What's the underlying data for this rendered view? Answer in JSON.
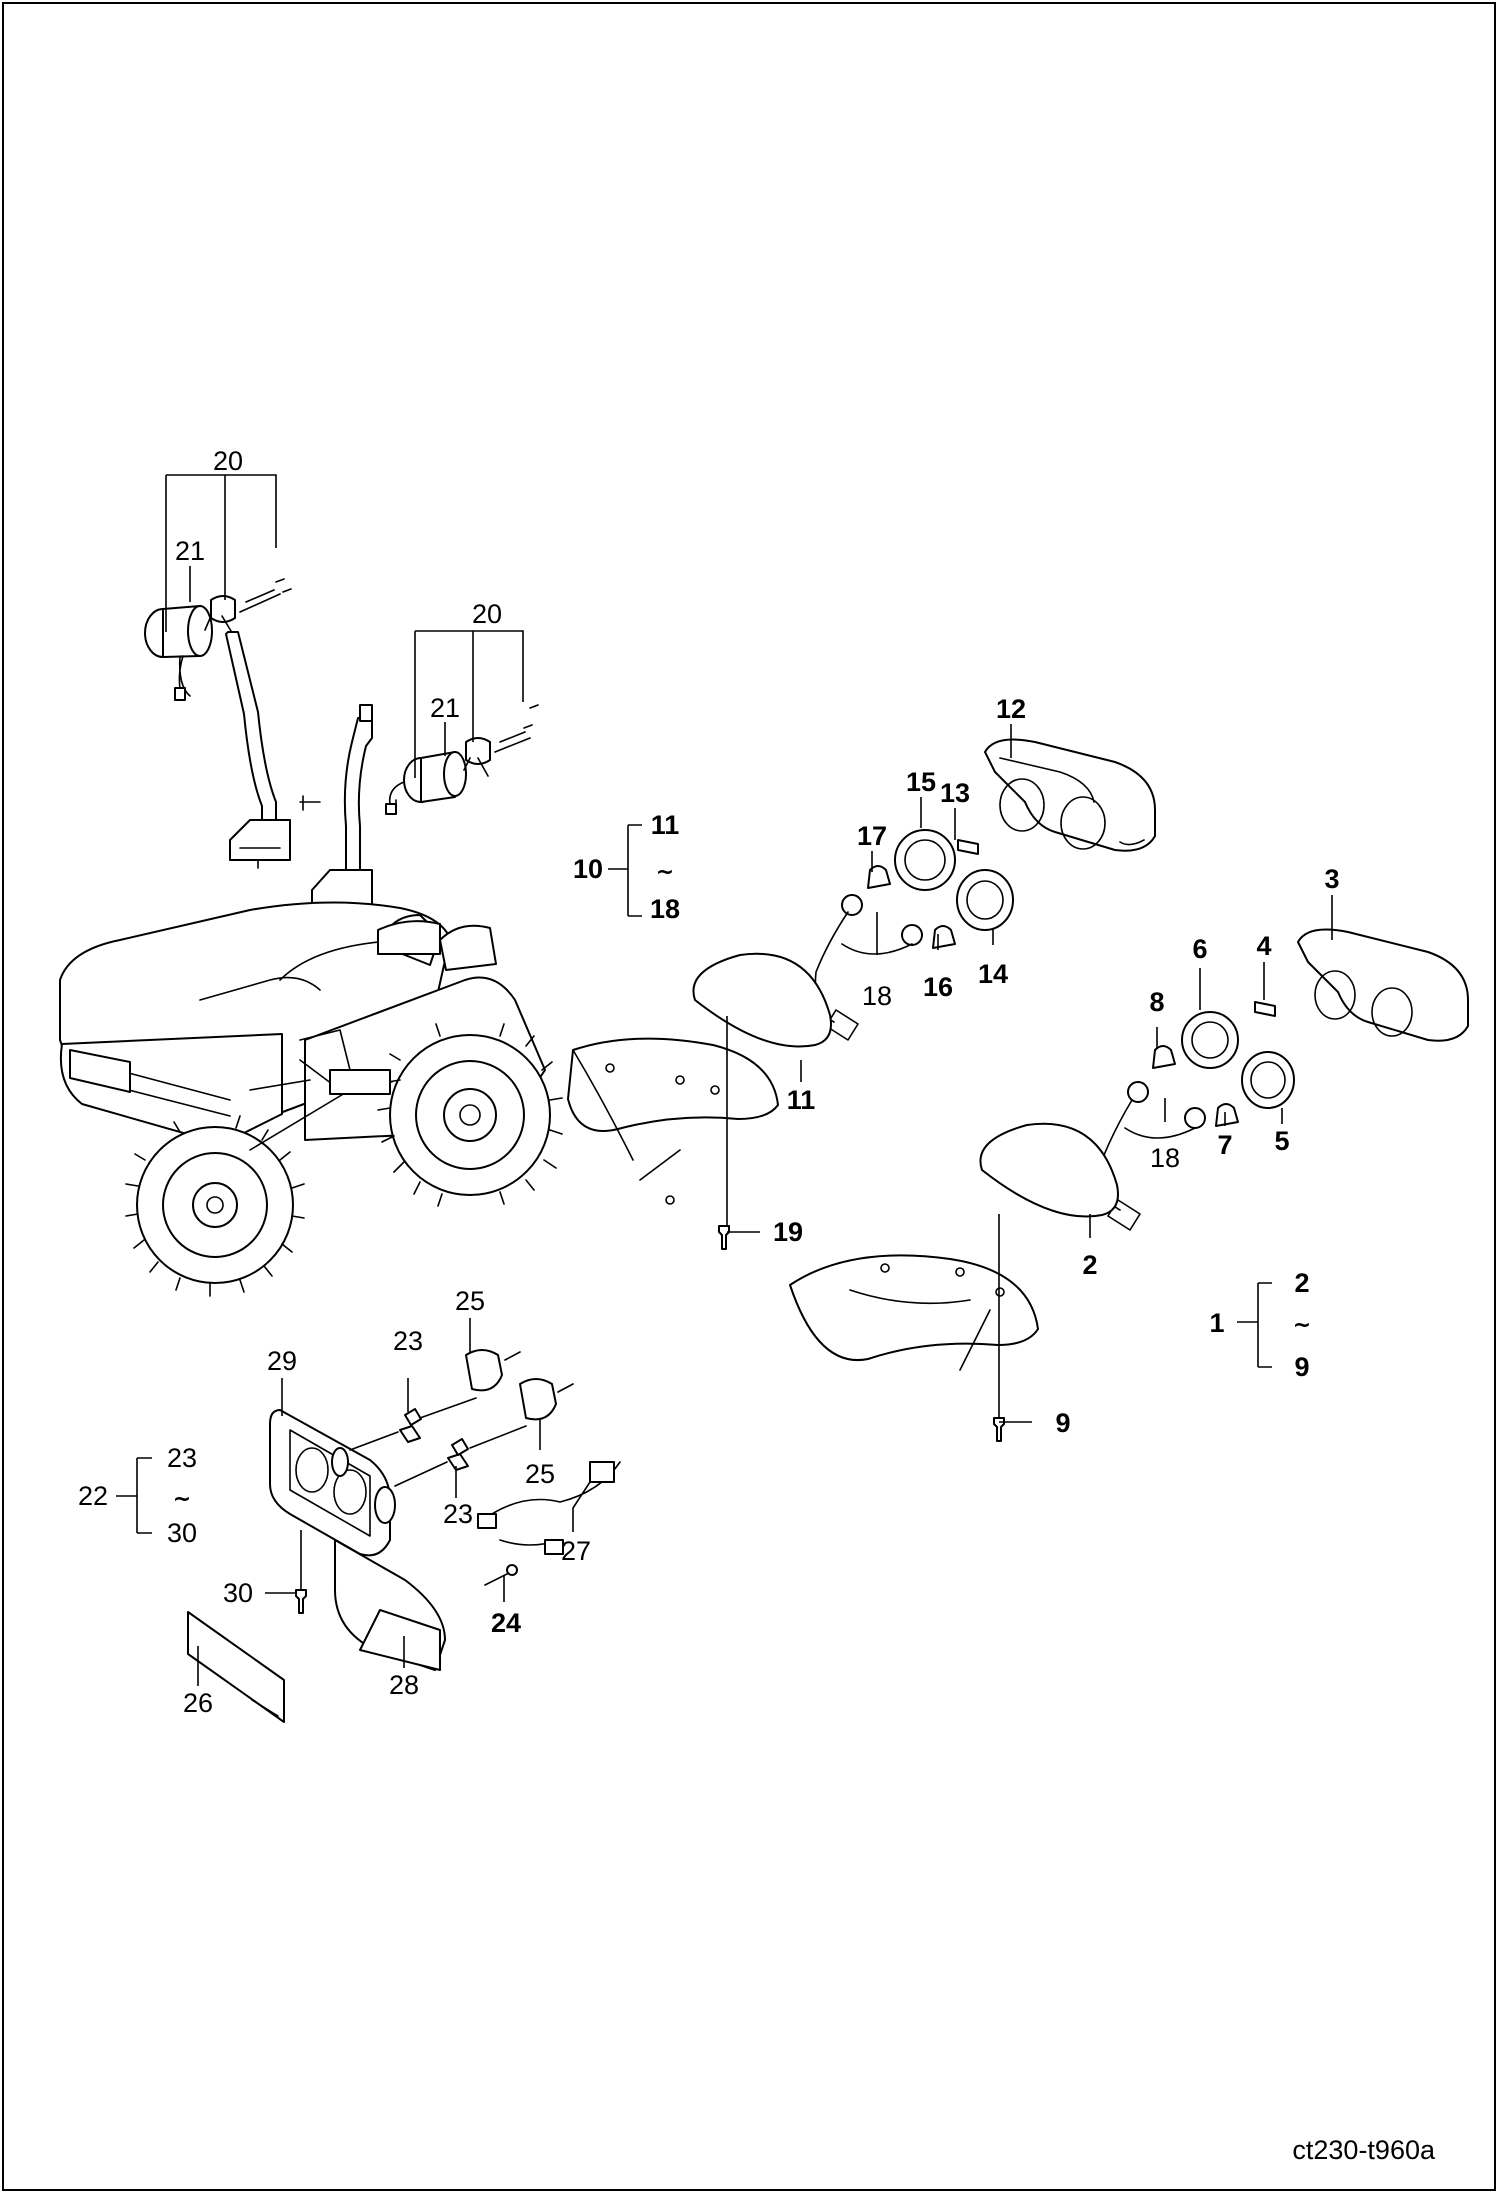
{
  "drawing_ref": "ct230-t960a",
  "tilde_symbol": "~",
  "callouts": {
    "c1": "1",
    "c2a": "2",
    "c2b": "2",
    "c3": "3",
    "c4": "4",
    "c5": "5",
    "c6": "6",
    "c7": "7",
    "c8": "8",
    "c9a": "9",
    "c9b": "9",
    "c10": "10",
    "c11a": "11",
    "c11b": "11",
    "c12": "12",
    "c13": "13",
    "c14": "14",
    "c15": "15",
    "c16": "16",
    "c17": "17",
    "c18a": "18",
    "c18b": "18",
    "c18c": "18",
    "c19": "19",
    "c20a": "20",
    "c20b": "20",
    "c21a": "21",
    "c21b": "21",
    "c22": "22",
    "c23a": "23",
    "c23b": "23",
    "c23c": "23",
    "c24": "24",
    "c25a": "25",
    "c25b": "25",
    "c26": "26",
    "c27": "27",
    "c28": "28",
    "c29": "29",
    "c30a": "30",
    "c30b": "30"
  }
}
